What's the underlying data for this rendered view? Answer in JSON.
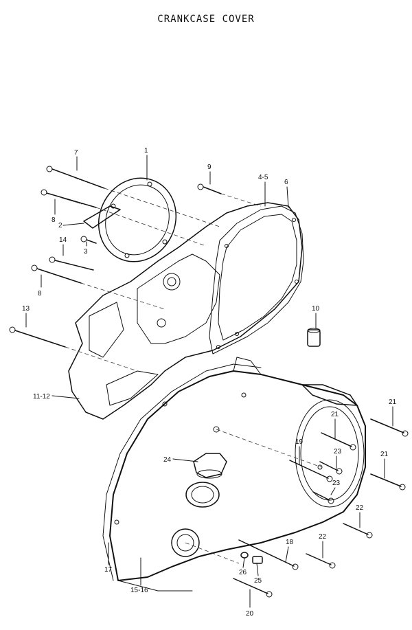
{
  "title": "CRANKCASE COVER",
  "callouts": {
    "c1": "1",
    "c2": "2",
    "c3": "3",
    "c4_5": "4-5",
    "c6": "6",
    "c7": "7",
    "c8a": "8",
    "c8b": "8",
    "c9": "9",
    "c10": "10",
    "c11_12": "11-12",
    "c13": "13",
    "c14": "14",
    "c15_16": "15-16",
    "c17": "17",
    "c18": "18",
    "c19": "19",
    "c20": "20",
    "c21a": "21",
    "c21b": "21",
    "c21c": "21",
    "c22a": "22",
    "c22b": "22",
    "c23a": "23",
    "c23b": "23",
    "c24": "24",
    "c25": "25",
    "c26": "26"
  }
}
